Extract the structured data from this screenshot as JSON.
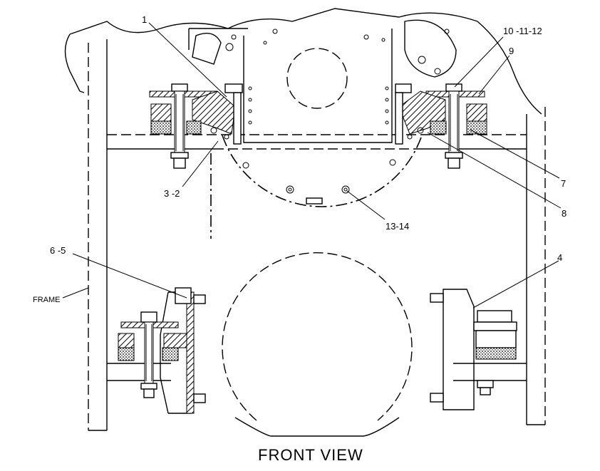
{
  "title": "FRONT VIEW",
  "frame_label": "FRAME",
  "callouts": {
    "c1": "1",
    "c10_11_12": "10 -11-12",
    "c9": "9",
    "c3_2": "3 -2",
    "c7": "7",
    "c8": "8",
    "c13_14": "13-14",
    "c6_5": "6 -5",
    "c4": "4"
  }
}
